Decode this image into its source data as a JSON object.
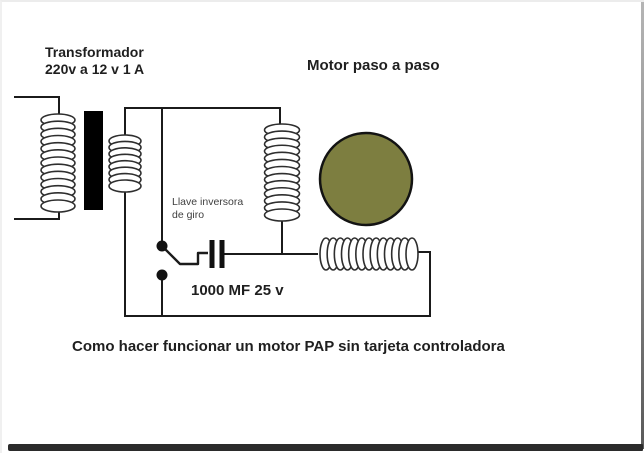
{
  "labels": {
    "transformer_line1": "Transformador",
    "transformer_line2": "220v a 12 v 1 A",
    "motor": "Motor paso a paso",
    "switch_line1": "Llave inversora",
    "switch_line2": "de giro",
    "capacitor": "1000 MF 25 v",
    "caption": "Como hacer funcionar un motor PAP sin tarjeta controladora"
  },
  "colors": {
    "motor_fill": "#7d7e40",
    "motor_stroke": "#131313",
    "wire": "#1b1b1b",
    "transformer_core": "#000000",
    "coil_stroke": "#2e2e2e",
    "frame_bottom_bar": "#2b2b2b"
  },
  "diagram_parts": [
    "transformer-primary-coil",
    "transformer-core",
    "transformer-secondary-coil",
    "reversing-switch",
    "electrolytic-capacitor",
    "motor-winding-vertical",
    "motor-winding-horizontal",
    "stepper-motor-body"
  ]
}
